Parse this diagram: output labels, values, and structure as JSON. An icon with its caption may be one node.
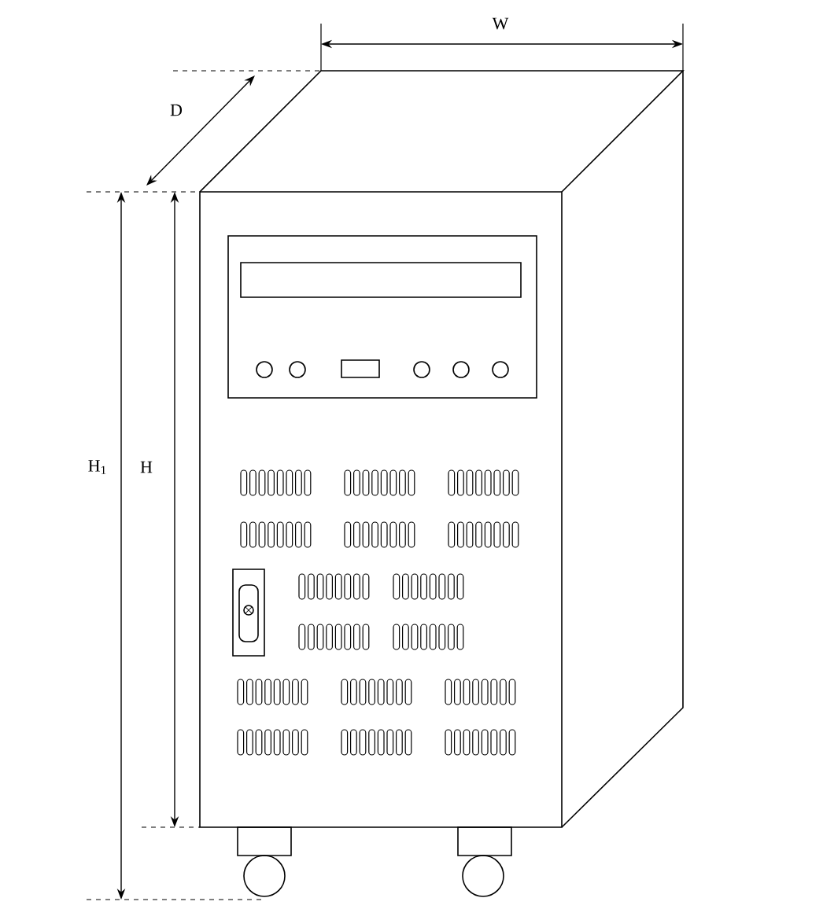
{
  "diagram": {
    "labels": [
      "W",
      "D",
      "H$_{1}$",
      "H"
    ]
  }
}
